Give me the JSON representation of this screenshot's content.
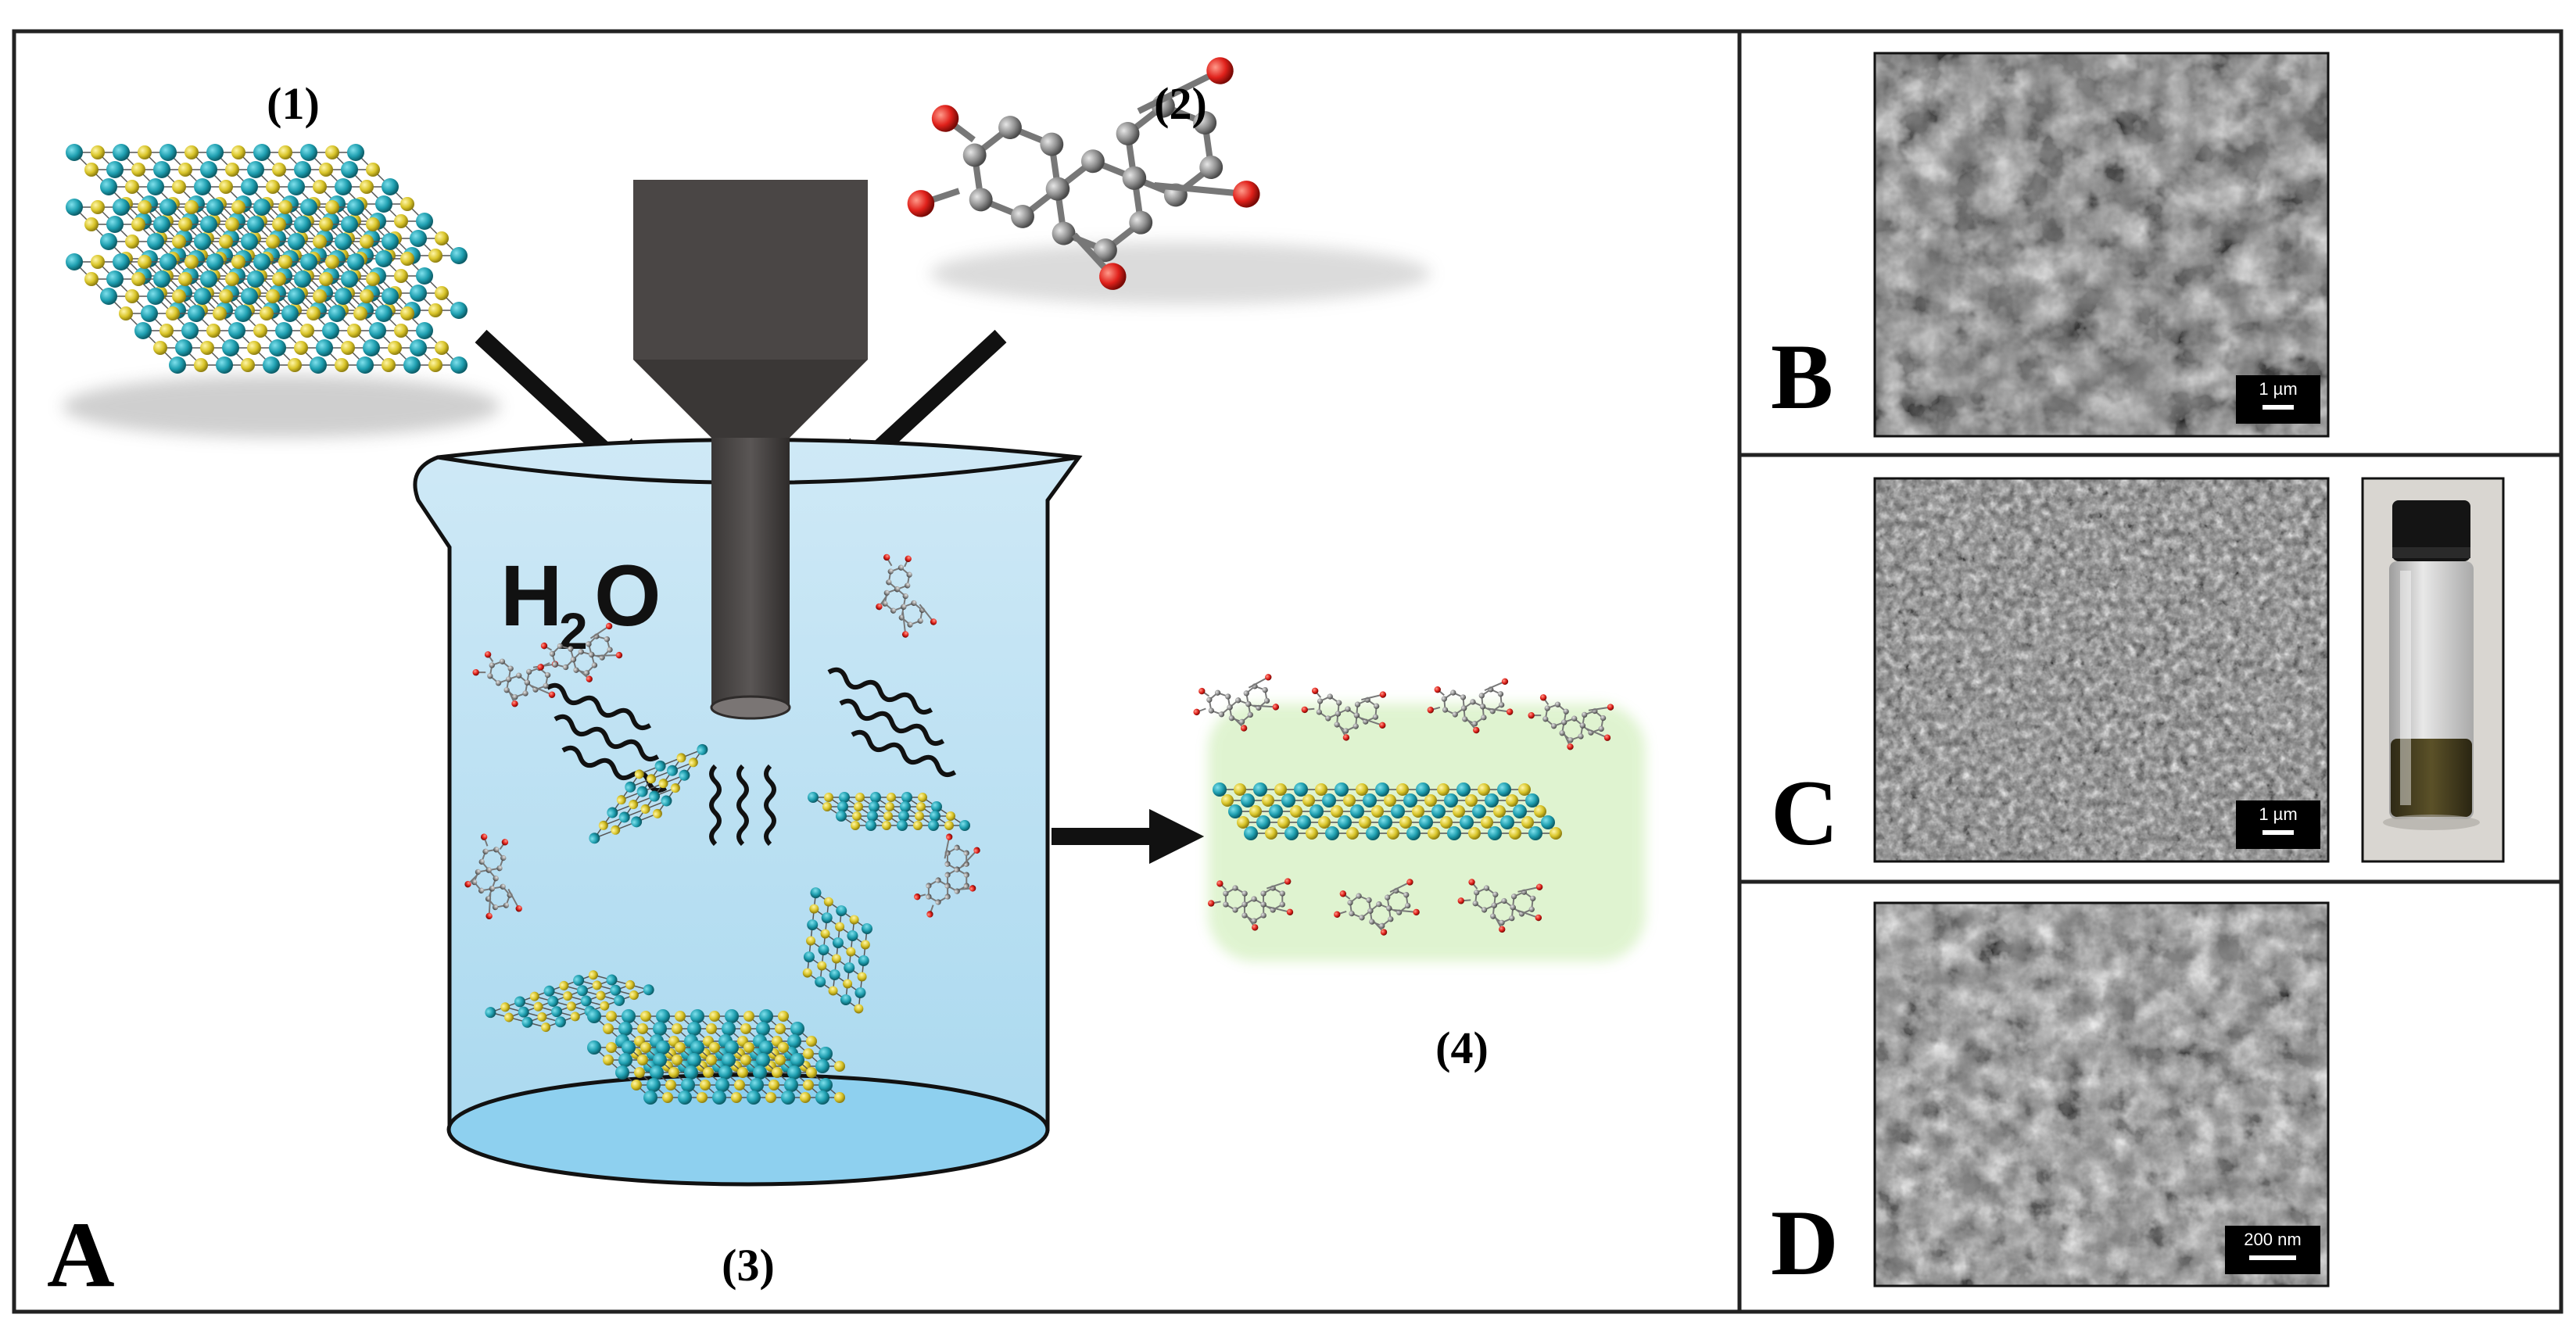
{
  "panels": {
    "A": {
      "letter": "A"
    },
    "B": {
      "letter": "B",
      "scalebar": "1 µm"
    },
    "C": {
      "letter": "C",
      "scalebar": "1 µm"
    },
    "D": {
      "letter": "D",
      "scalebar": "200 nm"
    }
  },
  "labels": {
    "step1": "(1)",
    "step2": "(2)",
    "step3": "(3)",
    "step4": "(4)",
    "solvent_main": "H",
    "solvent_sub": "2",
    "solvent_tail": "O"
  },
  "colors": {
    "border": "#222222",
    "beaker_liquid": "#b5ddf0",
    "beaker_bottom": "#8ed0ef",
    "sonicator": "#4a4645",
    "arrow": "#111111",
    "atom_teal": "#1f9fb0",
    "atom_yellow": "#d9c52a",
    "atom_grey": "#8e8e8e",
    "atom_red": "#e0211b",
    "glow_green": "#9bdc6a",
    "sem_dark": "#2b2b2b",
    "sem_light": "#cfcfcf"
  },
  "icons": {
    "bulk_crystal": "mos2-bulk-crystal-icon",
    "molecule": "flavonoid-molecule-icon",
    "probe": "ultrasonic-probe-icon",
    "vial": "dispersion-vial-icon"
  }
}
